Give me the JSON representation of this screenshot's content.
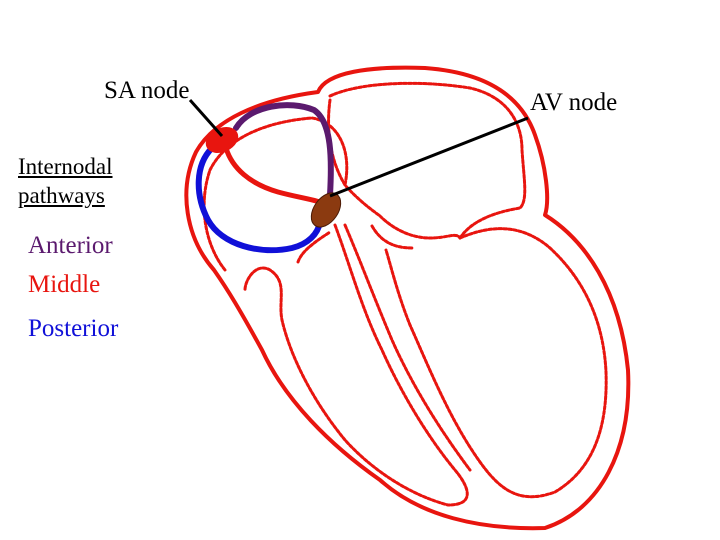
{
  "labels": {
    "sa_node": "SA node",
    "av_node": "AV node",
    "internodal": "Internodal pathways"
  },
  "legend": [
    {
      "label": "Anterior",
      "color": "#5b1a6e"
    },
    {
      "label": "Middle",
      "color": "#e8150f"
    },
    {
      "label": "Posterior",
      "color": "#1010d8"
    }
  ],
  "colors": {
    "heart_wall": "#e8150f",
    "sa_node": "#e8150f",
    "av_node": "#8b3a10",
    "pointer": "#000000",
    "text": "#000000"
  }
}
